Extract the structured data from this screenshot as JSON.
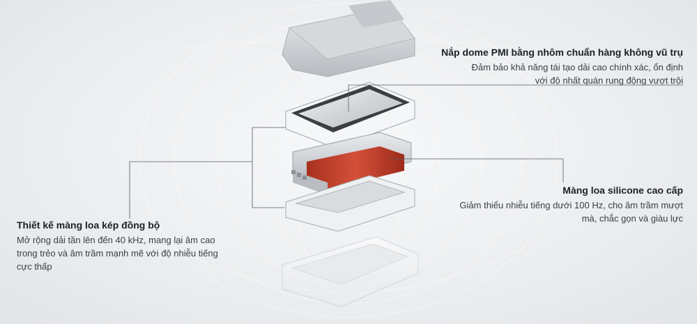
{
  "callouts": {
    "dome": {
      "title": "Nắp dome PMI bằng nhôm chuẩn hàng không vũ trụ",
      "line1": "Đảm bảo khả năng tái tạo dải cao chính xác, ổn định",
      "line2": "với độ nhất quán rung động vượt trội"
    },
    "silicone": {
      "title": "Màng loa silicone cao cấp",
      "line1": "Giảm thiểu nhiễu tiếng dưới 100 Hz, cho âm trầm mượt",
      "line2": "mà, chắc gọn và giàu lực"
    },
    "dual": {
      "title": "Thiết kế màng loa kép đồng bộ",
      "line1": "Mở rộng dải tần lên đến 40 kHz, mang lại âm cao",
      "line2": "trong trẻo và âm trầm mạnh mẽ với độ nhiễu tiếng",
      "line3": "cực thấp"
    }
  },
  "colors": {
    "accent_red": "#c8412e",
    "metal": "#c9ccd0",
    "line": "#55595f"
  }
}
